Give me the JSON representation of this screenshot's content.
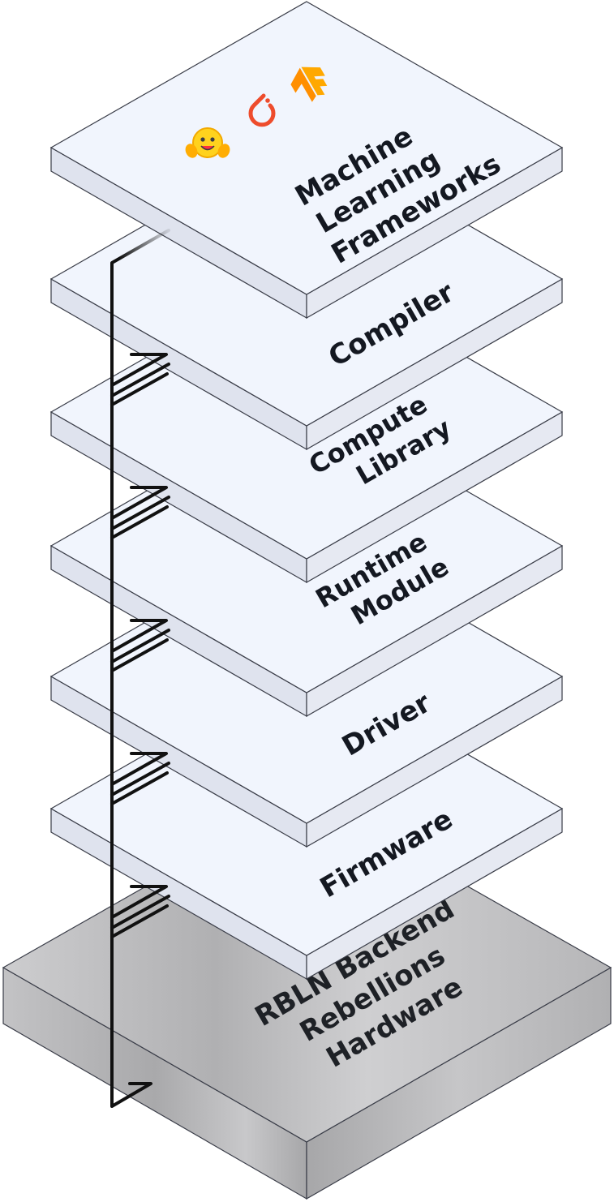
{
  "diagram": {
    "title": "",
    "framework_icons": [
      "hugging-face-icon",
      "pytorch-icon",
      "tensorflow-icon"
    ],
    "layers": [
      {
        "id": "frameworks",
        "lines": [
          "Machine",
          "Learning",
          "Frameworks"
        ]
      },
      {
        "id": "compiler",
        "lines": [
          "Compiler"
        ]
      },
      {
        "id": "compute-library",
        "lines": [
          "Compute",
          "Library"
        ]
      },
      {
        "id": "runtime-module",
        "lines": [
          "Runtime",
          "Module"
        ]
      },
      {
        "id": "driver",
        "lines": [
          "Driver"
        ]
      },
      {
        "id": "firmware",
        "lines": [
          "Firmware"
        ]
      }
    ],
    "hardware": {
      "lines": [
        "RBLN Backend",
        "Rebellions",
        "Hardware"
      ]
    },
    "colors": {
      "layer_top": "#f1f5fd",
      "layer_side": "#dfe3ee",
      "layer_outline": "#3a3d48",
      "hardware_top": "#c9c9cb",
      "hardware_side": "#b3b3b5",
      "text": "#141821",
      "connector": "#111111"
    }
  }
}
